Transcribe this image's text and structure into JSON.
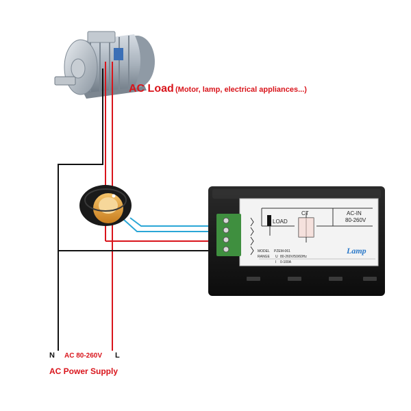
{
  "load": {
    "title": "AC Load",
    "subtitle": "(Motor, lamp, electrical appliances...)"
  },
  "supply": {
    "neutral_label": "N",
    "voltage_label": "AC 80-260V",
    "live_label": "L",
    "title": "AC Power Supply"
  },
  "meter": {
    "load_label": "LOAD",
    "ct_label": "CT",
    "acin_label": "AC-IN",
    "acin_range": "80-260V",
    "model_label": "MODEL",
    "model_value": "PZEM-061",
    "range_label": "RANGE",
    "u_label": "U",
    "u_value": "80-260V/50/60Hz",
    "i_label": "I",
    "i_value": "0-100A",
    "brand": "Lamp"
  },
  "colors": {
    "live_wire": "#d9141b",
    "neutral_wire": "#111111",
    "signal_wire": "#2aa6d6",
    "terminal_block": "#3f8f3f",
    "ct_ring": "#1a1a1a",
    "ct_core": "#e8a13a",
    "meter_case": "#141414",
    "meter_panel": "#f3f3f3",
    "brand_color": "#2a78c8"
  },
  "icons": {
    "motor": "electric-motor-icon",
    "ct": "current-transformer-icon",
    "meter": "power-meter-icon"
  }
}
